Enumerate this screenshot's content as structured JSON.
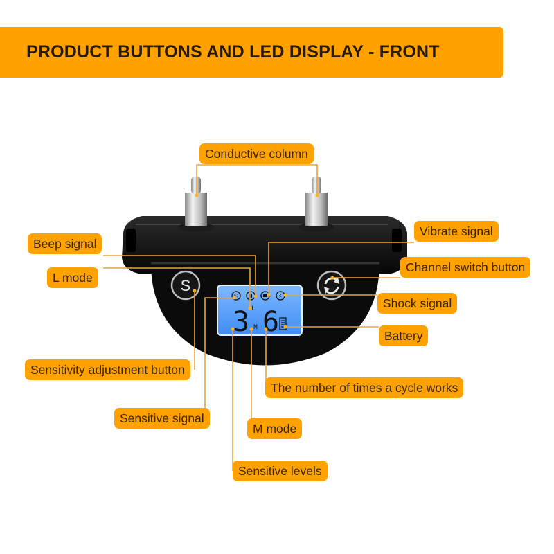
{
  "header": {
    "title": "PRODUCT BUTTONS AND LED DISPLAY - FRONT"
  },
  "colors": {
    "accent": "#ffa200",
    "text": "#3a2500",
    "lcd": "#5aa8ff",
    "body": "#0e0e0e"
  },
  "labels": {
    "conductive_column": "Conductive column",
    "beep_signal": "Beep signal",
    "l_mode": "L mode",
    "vibrate_signal": "Vibrate signal",
    "channel_switch_button": "Channel switch button",
    "shock_signal": "Shock signal",
    "battery": "Battery",
    "sensitivity_adjustment_button": "Sensitivity adjustment button",
    "cycle_works": "The number of times a cycle works",
    "sensitive_signal": "Sensitive signal",
    "m_mode": "M mode",
    "sensitive_levels": "Sensitive levels"
  },
  "device": {
    "left_button_glyph": "S",
    "right_button_icon": "refresh-icon",
    "lcd": {
      "digit_left": "3",
      "digit_right": "6",
      "mode_top": "L",
      "mode_bottom": "M",
      "icons": [
        "sensitive-s-icon",
        "beep-speaker-icon",
        "vibrate-icon",
        "shock-bolt-icon",
        "battery-icon"
      ]
    }
  }
}
